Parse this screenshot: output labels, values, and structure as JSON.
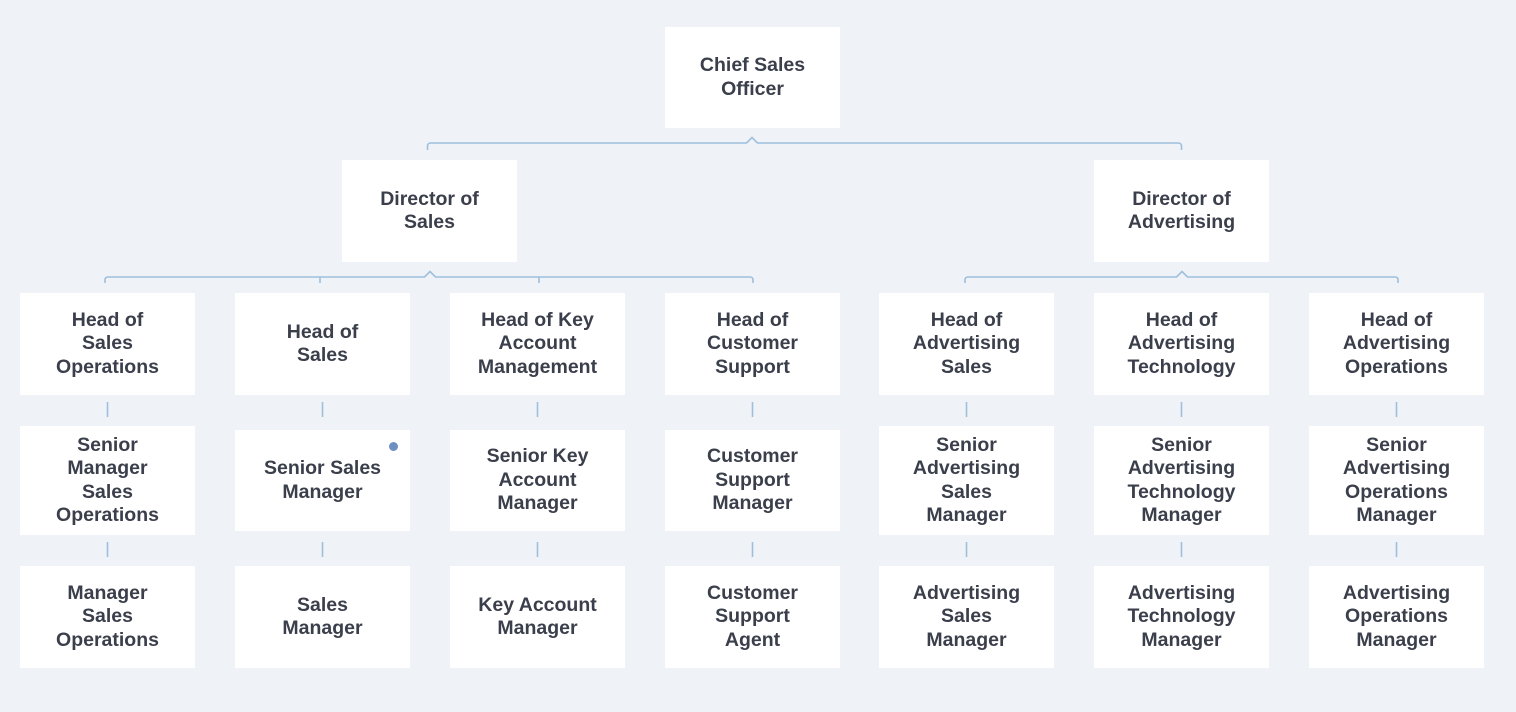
{
  "org_chart": {
    "chief": {
      "label": "Chief Sales\nOfficer"
    },
    "directors": [
      {
        "label": "Director of\nSales"
      },
      {
        "label": "Director of\nAdvertising"
      }
    ],
    "heads": [
      {
        "label": "Head of\nSales\nOperations"
      },
      {
        "label": "Head of\nSales"
      },
      {
        "label": "Head of Key\nAccount\nManagement"
      },
      {
        "label": "Head of\nCustomer\nSupport"
      },
      {
        "label": "Head of\nAdvertising\nSales"
      },
      {
        "label": "Head of\nAdvertising\nTechnology"
      },
      {
        "label": "Head of\nAdvertising\nOperations"
      }
    ],
    "seniors": [
      {
        "label": "Senior\nManager\nSales\nOperations"
      },
      {
        "label": "Senior Sales\nManager",
        "marker": true
      },
      {
        "label": "Senior Key\nAccount\nManager"
      },
      {
        "label": "Customer\nSupport\nManager"
      },
      {
        "label": "Senior\nAdvertising\nSales\nManager"
      },
      {
        "label": "Senior\nAdvertising\nTechnology\nManager"
      },
      {
        "label": "Senior\nAdvertising\nOperations\nManager"
      }
    ],
    "staff": [
      {
        "label": "Manager\nSales\nOperations"
      },
      {
        "label": "Sales\nManager"
      },
      {
        "label": "Key Account\nManager"
      },
      {
        "label": "Customer\nSupport\nAgent"
      },
      {
        "label": "Advertising\nSales\nManager"
      },
      {
        "label": "Advertising\nTechnology\nManager"
      },
      {
        "label": "Advertising\nOperations\nManager"
      }
    ]
  },
  "colors": {
    "background": "#eff3f8",
    "card": "#ffffff",
    "connector": "#9ebfdc",
    "text": "#3a3f4b",
    "marker": "#6f8fc2"
  }
}
